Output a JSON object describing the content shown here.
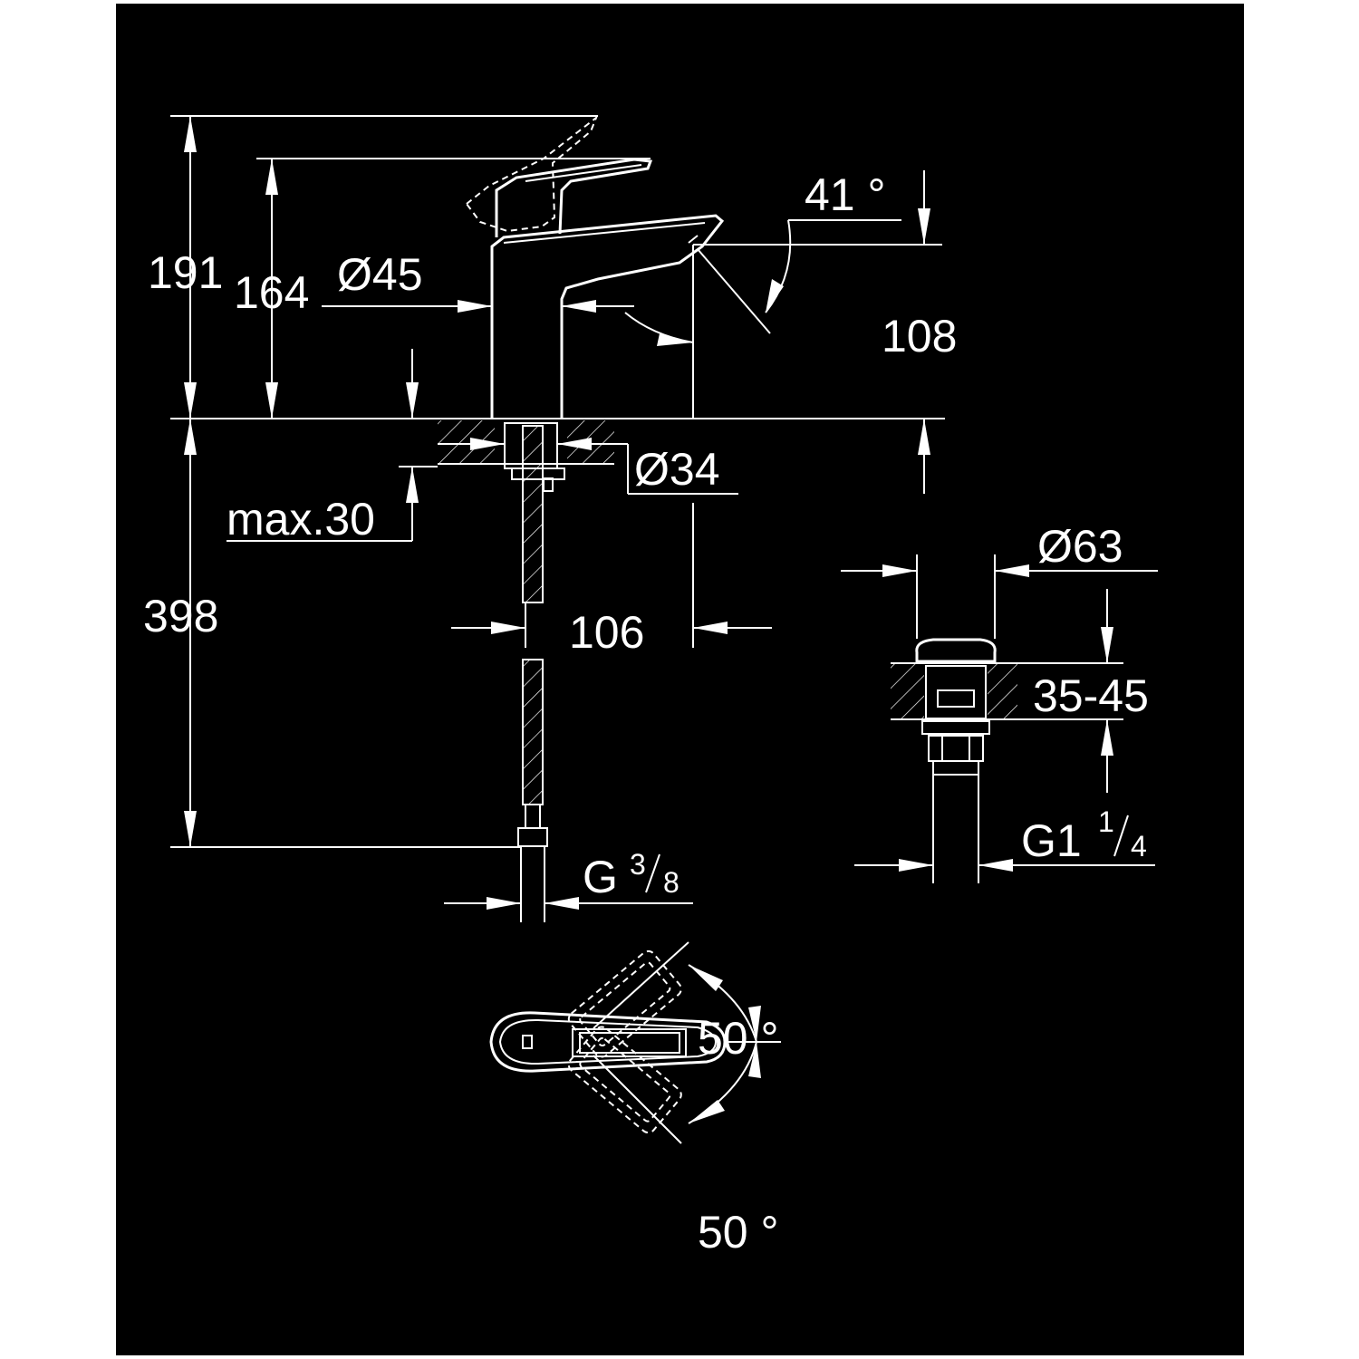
{
  "colors": {
    "background": "#000000",
    "frame": "#ffffff",
    "lines": "#ffffff",
    "text": "#ffffff"
  },
  "dimensions": {
    "height_total": "191",
    "height_spout": "164",
    "body_diameter": "Ø45",
    "spout_angle": "41 °",
    "spout_height": "108",
    "hole_diameter": "Ø34",
    "deck_thickness": "max.30",
    "hose_length": "398",
    "spout_reach": "106",
    "hose_thread": "G",
    "hose_thread_fraction": {
      "numerator": "3",
      "denominator": "8"
    },
    "waste_cap_diameter": "Ø63",
    "waste_deck_range": "35-45",
    "waste_thread": "G1",
    "waste_thread_fraction": {
      "numerator": "1",
      "denominator": "4"
    },
    "lever_angle_top": "50 °",
    "lever_angle_bottom": "50 °"
  }
}
